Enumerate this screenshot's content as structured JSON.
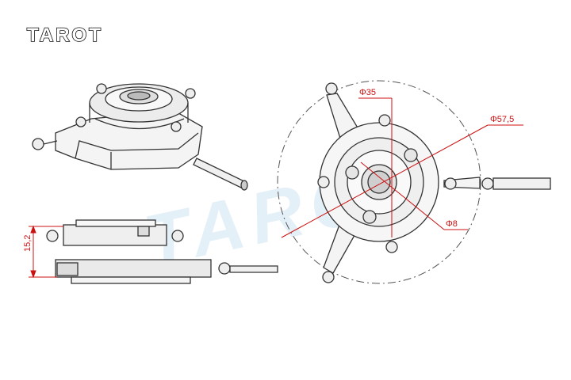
{
  "brand": {
    "logo_text": "TAROT",
    "watermark_text": "TAROT"
  },
  "dimensions": {
    "inner_diameter": "Φ35",
    "outer_diameter": "Φ57,5",
    "bore_diameter": "Φ8",
    "height": "15,2"
  },
  "colors": {
    "dimension": "#cc1111",
    "outline": "#333333",
    "watermark": "#cfe4f3"
  }
}
